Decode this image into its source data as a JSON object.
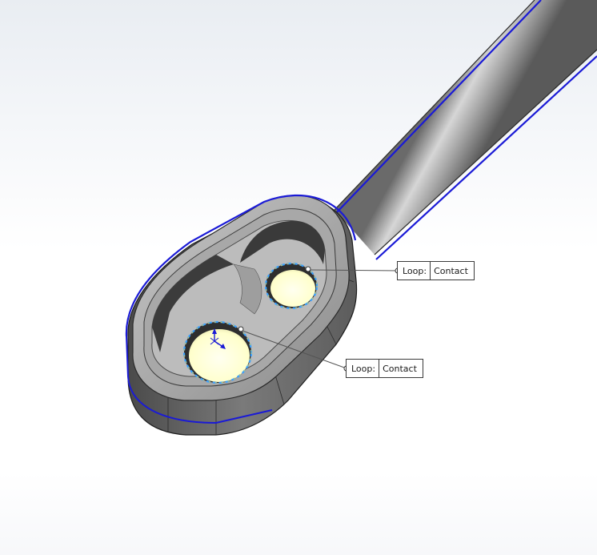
{
  "viewport": {
    "selection_color": "#1a1ad6",
    "face_highlight_color": "#ffffcc",
    "edge_dash_color": "#3aa0ff"
  },
  "callouts": [
    {
      "key": "Loop:",
      "value": "Contact"
    },
    {
      "key": "Loop:",
      "value": "Contact"
    }
  ]
}
